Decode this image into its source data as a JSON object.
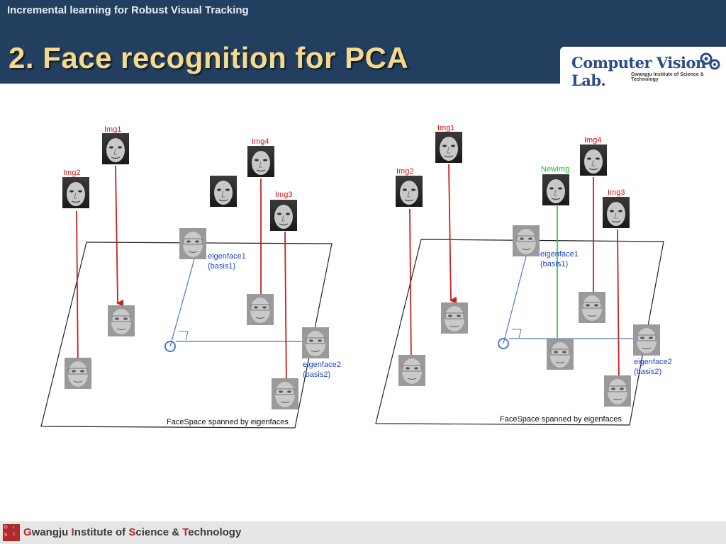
{
  "header": {
    "subtitle": "Incremental learning for Robust Visual Tracking",
    "title": "2. Face recognition for PCA",
    "logo_main": "Computer Vision Lab.",
    "logo_sub": "Gwangju Institute of Science & Technology"
  },
  "diagrams": {
    "left": {
      "img1": "Img1",
      "img2": "Img2",
      "img3": "Img3",
      "img4": "Img4",
      "eigenface1": "eigenface1",
      "basis1": "(basis1)",
      "eigenface2": "eigenface2",
      "basis2": "(basis2)",
      "caption": "FaceSpace spanned by eigenfaces"
    },
    "right": {
      "img1": "Img1",
      "img2": "Img2",
      "img3": "Img3",
      "img4": "Img4",
      "newimg": "NewImg",
      "eigenface1": "eigenface1",
      "basis1": "(basis1)",
      "eigenface2": "eigenface2",
      "basis2": "(basis2)",
      "caption": "FaceSpace spanned by eigenfaces"
    }
  },
  "colors": {
    "header_bg": "#233f60",
    "title": "#f7d98b",
    "arrow_red": "#c62020",
    "arrow_green": "#2ecc40",
    "basis_blue": "#4a78c8"
  },
  "footer": {
    "g": "G",
    "wangju": "wangju ",
    "i": "I",
    "nstitute_of": "nstitute of ",
    "s": "S",
    "cience": "cience & ",
    "t": "T",
    "echnology": "echnology"
  }
}
